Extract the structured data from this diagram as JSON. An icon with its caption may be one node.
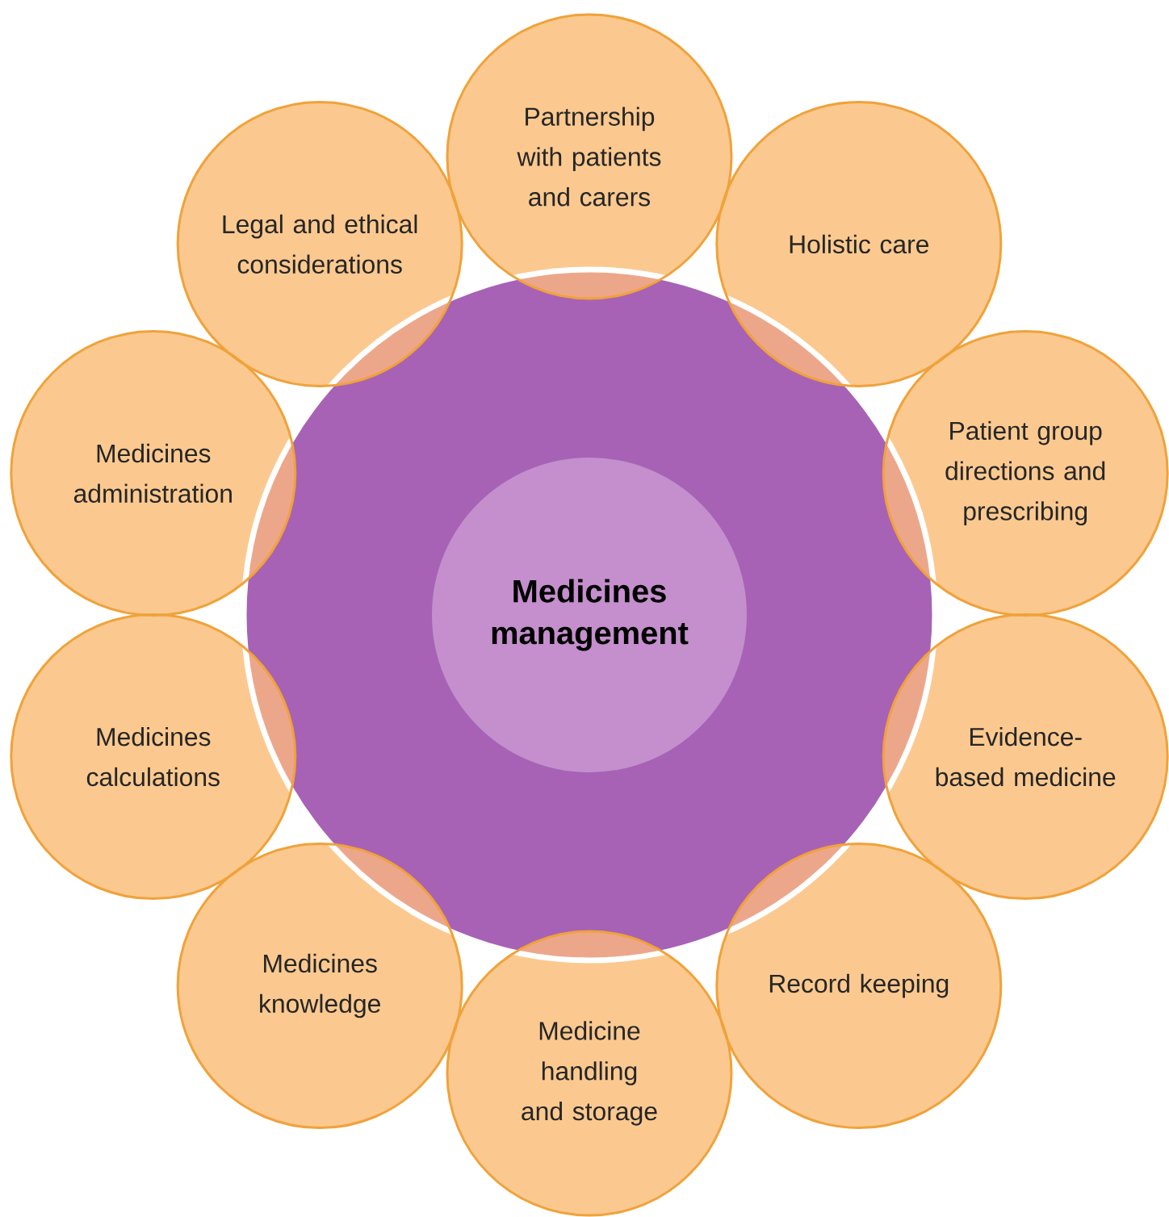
{
  "diagram": {
    "nodes": [
      {
        "text": [
          "Medicines management"
        ]
      },
      {
        "text": [
          "Partnership with patients and carers"
        ]
      },
      {
        "text": [
          "Holistic care"
        ]
      },
      {
        "text": [
          "Patient group directions and prescribing"
        ]
      },
      {
        "text": [
          "Evidence-based medicine"
        ]
      },
      {
        "text": [
          "Record keeping"
        ]
      },
      {
        "text": [
          "Medicine handling and storage"
        ]
      },
      {
        "text": [
          "Medicines knowledge"
        ]
      },
      {
        "text": [
          "Medicines calculations"
        ]
      },
      {
        "text": [
          "Medicines administration"
        ]
      },
      {
        "text": [
          "Legal and ethical considerations"
        ]
      }
    ]
  }
}
